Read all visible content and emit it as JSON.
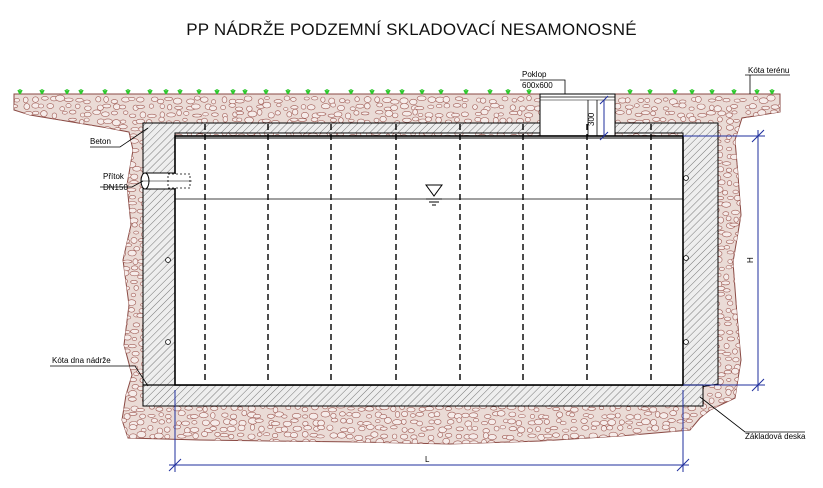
{
  "title": "PP NÁDRŽE PODZEMNÍ SKLADOVACÍ NESAMONOSNÉ",
  "labels": {
    "poklop": "Poklop",
    "poklop_size": "600x600",
    "kota_terenu": "Kóta terénu",
    "beton": "Beton",
    "pritok": "Přítok",
    "pritok_dn": "DN150",
    "hatch_height": "300",
    "height": "H",
    "kota_dna": "Kóta dna nádrže",
    "zakladova_deska": "Základová deska",
    "length": "L"
  },
  "colors": {
    "soil_fill": "#eadbd6",
    "stone_stroke": "#a05e57",
    "grass": "#2ec82e",
    "line": "#000000",
    "dimension": "#1f2f9e",
    "hatch": "#777777"
  }
}
